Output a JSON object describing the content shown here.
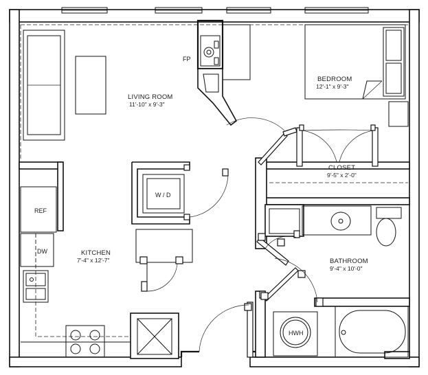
{
  "rooms": {
    "living": {
      "name": "LIVING ROOM",
      "dims": "11'-10\" x 9'-3\""
    },
    "bedroom": {
      "name": "BEDROOM",
      "dims": "12'-1\" x 9'-3\""
    },
    "closet": {
      "name": "CLOSET",
      "dims": "9'-5\" x 2'-0\""
    },
    "kitchen": {
      "name": "KITCHEN",
      "dims": "7'-4\" x 12'-7\""
    },
    "bathroom": {
      "name": "BATHROOM",
      "dims": "9'-4\" x 10'-0\""
    }
  },
  "fixtures": {
    "fireplace": "FP",
    "washer_dryer": "W / D",
    "refrigerator": "REF",
    "dishwasher": "DW",
    "water_heater": "HWH"
  }
}
